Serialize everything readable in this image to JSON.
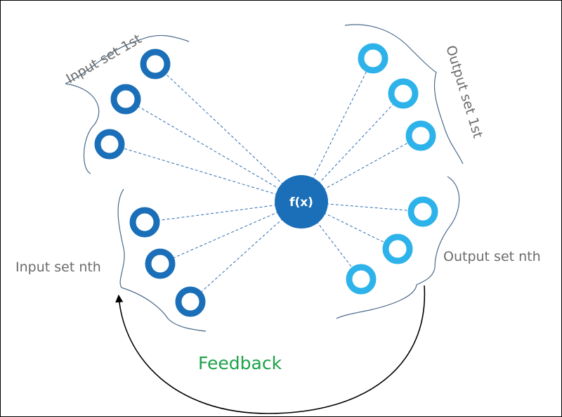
{
  "diagram": {
    "center_label": "f(x)",
    "labels": {
      "input_first": "Input set 1st",
      "input_nth": "Input set nth",
      "output_first": "Output set 1st",
      "output_nth": "Output set nth",
      "feedback": "Feedback"
    },
    "colors": {
      "input_node": "#1a6fb8",
      "output_node": "#2db3ea",
      "center_node": "#1a6fb8",
      "feedback_text": "#1ca34a",
      "label_text": "#6b6b6b",
      "center_text": "#ffffff"
    }
  }
}
